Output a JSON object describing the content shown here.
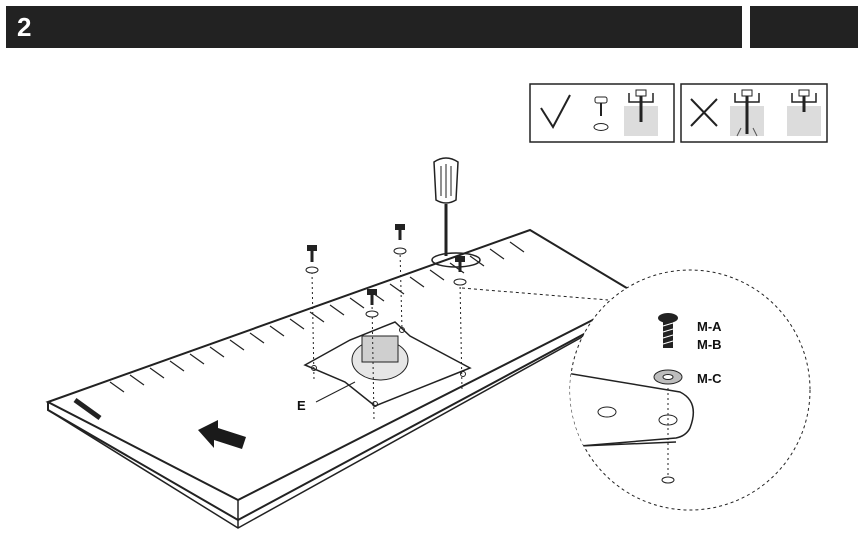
{
  "step": {
    "number": "2"
  },
  "legend": {
    "correct_symbol": "✓",
    "incorrect_symbol": "✕"
  },
  "labels": {
    "plate": "E",
    "screw_a": "M-A",
    "screw_b": "M-B",
    "washer": "M-C"
  },
  "icons": [
    "screwdriver-icon",
    "check-icon",
    "cross-icon",
    "push-arrow-icon"
  ]
}
